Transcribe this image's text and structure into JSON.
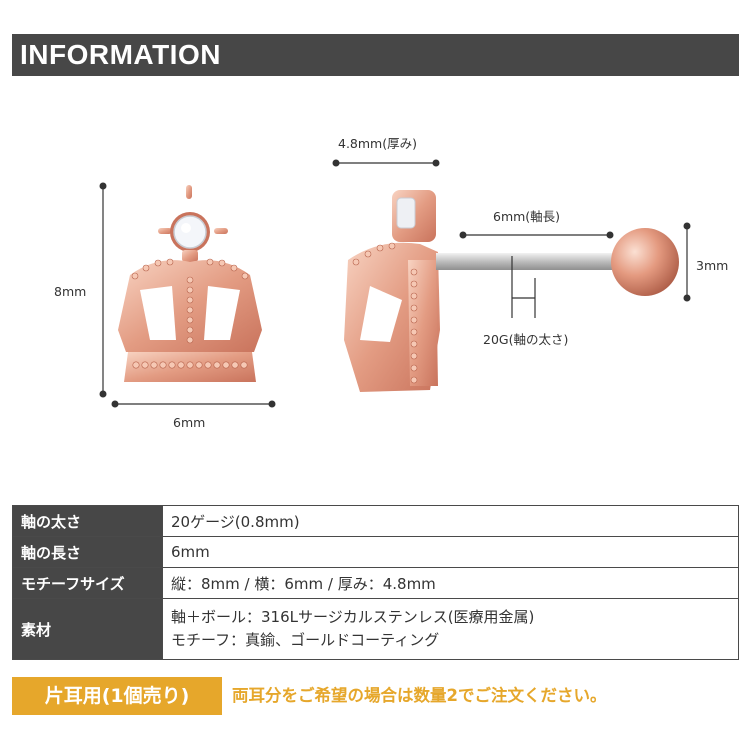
{
  "header": {
    "title": "INFORMATION"
  },
  "dimensions": {
    "height": "8mm",
    "width": "6mm",
    "thickness": "4.8mm(厚み)",
    "shaft_length": "6mm(軸長)",
    "ball_size": "3mm",
    "gauge": "20G(軸の太さ)"
  },
  "colors": {
    "header_bg": "#474747",
    "accent": "#e6a72b",
    "rose_gold": "#e8a58c",
    "steel": "#c8c8c8"
  },
  "spec_table": [
    {
      "key": "軸の太さ",
      "value": [
        "20ゲージ(0.8mm)"
      ]
    },
    {
      "key": "軸の長さ",
      "value": [
        "6mm"
      ]
    },
    {
      "key": "モチーフサイズ",
      "value": [
        "縦：8mm / 横：6mm / 厚み：4.8mm"
      ]
    },
    {
      "key": "素材",
      "value": [
        "軸＋ボール：316Lサージカルステンレス(医療用金属)",
        "モチーフ：真鍮、ゴールドコーティング"
      ]
    }
  ],
  "footer": {
    "badge": "片耳用(1個売り)",
    "note": "両耳分をご希望の場合は数量2でご注文ください。"
  }
}
